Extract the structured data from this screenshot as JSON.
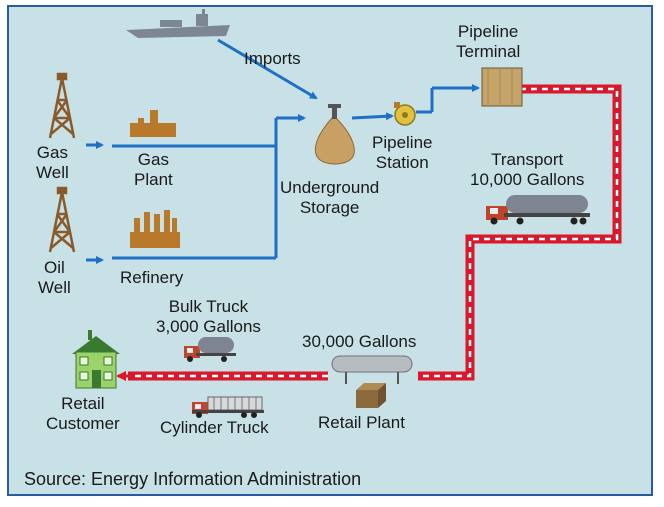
{
  "labels": {
    "imports": "Imports",
    "pipeline_terminal": [
      "Pipeline",
      "Terminal"
    ],
    "gas_well": [
      "Gas",
      "Well"
    ],
    "gas_plant": [
      "Gas",
      "Plant"
    ],
    "pipeline_station": [
      "Pipeline",
      "Station"
    ],
    "underground_storage": [
      "Underground",
      "Storage"
    ],
    "transport": [
      "Transport",
      "10,000 Gallons"
    ],
    "oil_well": [
      "Oil",
      "Well"
    ],
    "refinery": "Refinery",
    "bulk_truck": [
      "Bulk Truck",
      "3,000 Gallons"
    ],
    "retail_tank": "30,000 Gallons",
    "retail_customer": [
      "Retail",
      "Customer"
    ],
    "cylinder_truck": "Cylinder Truck",
    "retail_plant": "Retail Plant"
  },
  "source": "Source: Energy Information Administration",
  "colors": {
    "background": "#c7e1e6",
    "border": "#2b5b9f",
    "flow_arrow": "#1f6fc6",
    "truck_route": "#d9182b",
    "facility": "#b8792a"
  }
}
